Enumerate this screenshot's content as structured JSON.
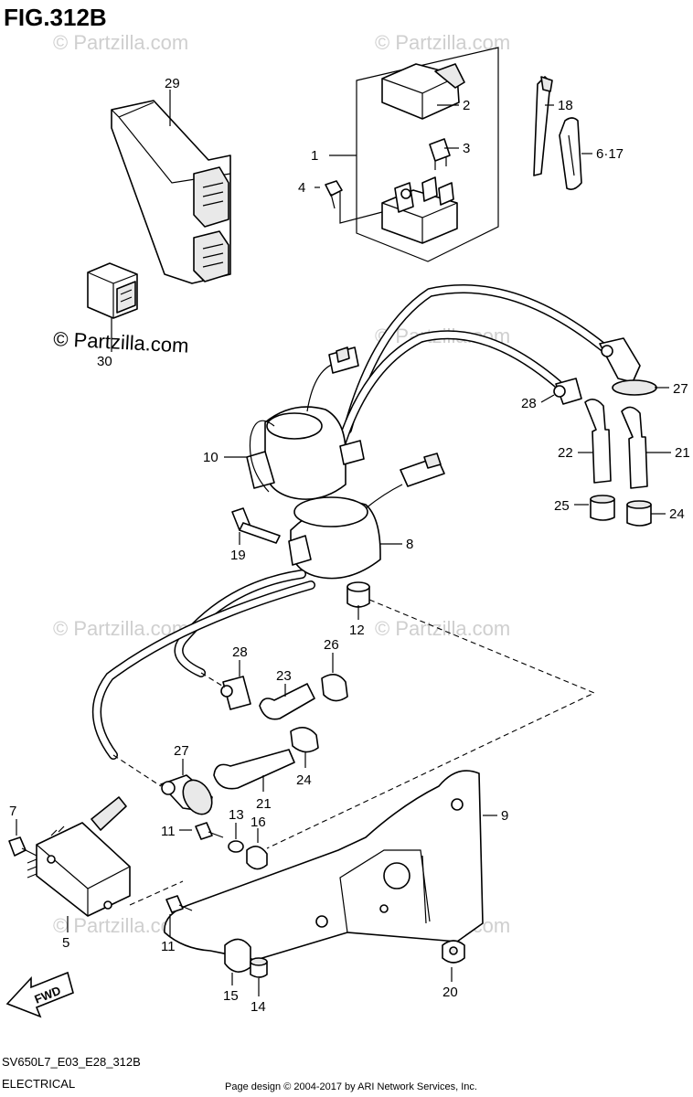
{
  "header": {
    "figure_title": "FIG.312B"
  },
  "watermark": {
    "small_text": "© Partzilla.com",
    "large_text": "© Partzilla.com"
  },
  "callouts": {
    "c1": "1",
    "c2": "2",
    "c3": "3",
    "c4": "4",
    "c5": "5",
    "c6_17": "6·17",
    "c7": "7",
    "c8": "8",
    "c9": "9",
    "c10": "10",
    "c11a": "11",
    "c11b": "11",
    "c12": "12",
    "c13": "13",
    "c14": "14",
    "c15": "15",
    "c16": "16",
    "c18": "18",
    "c19": "19",
    "c20": "20",
    "c21a": "21",
    "c21b": "21",
    "c22": "22",
    "c23": "23",
    "c24a": "24",
    "c24b": "24",
    "c25": "25",
    "c26": "26",
    "c27a": "27",
    "c27b": "27",
    "c28a": "28",
    "c28b": "28",
    "c29": "29",
    "c30": "30"
  },
  "fwd_arrow_label": "FWD",
  "footer": {
    "diagram_code": "SV650L7_E03_E28_312B",
    "section_name": "ELECTRICAL",
    "copyright": "Page design © 2004-2017 by ARI Network Services, Inc."
  }
}
